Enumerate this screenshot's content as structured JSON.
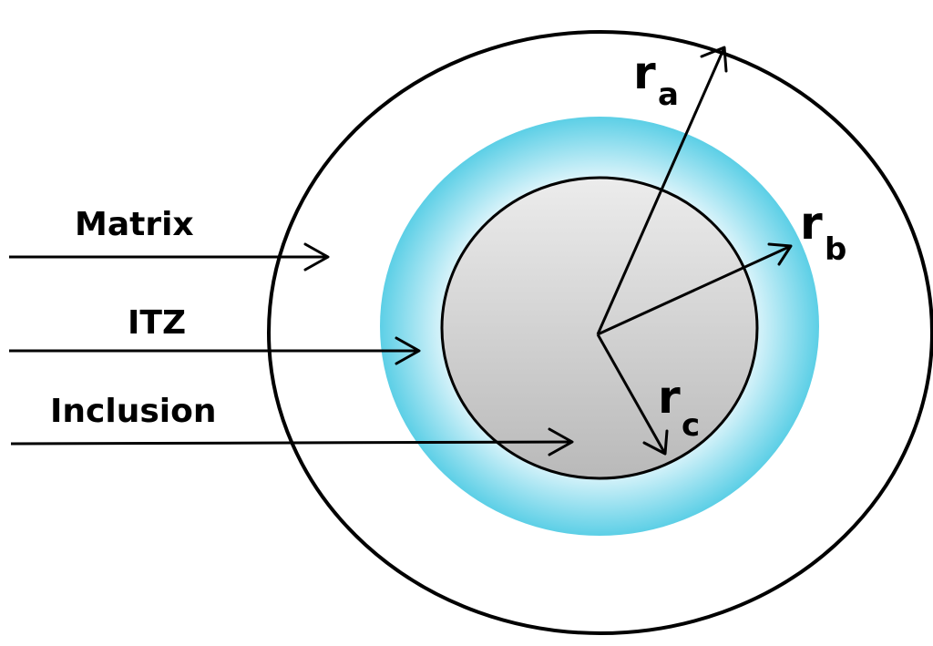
{
  "labels": {
    "matrix": "Matrix",
    "itz": "ITZ",
    "inclusion": "Inclusion"
  },
  "radii": {
    "ra": {
      "main": "r",
      "sub": "a"
    },
    "rb": {
      "main": "r",
      "sub": "b"
    },
    "rc": {
      "main": "r",
      "sub": "c"
    }
  },
  "colors": {
    "matrix_fill": "#ffffff",
    "itz_outer": "#5ccfe6",
    "itz_inner": "#dff5fb",
    "inclusion_top": "#ececec",
    "inclusion_bottom": "#b9b9b9",
    "stroke": "#000000"
  }
}
